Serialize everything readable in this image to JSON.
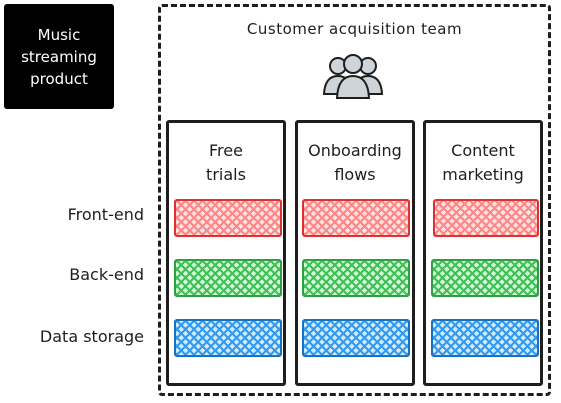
{
  "product": {
    "lines": [
      "Music",
      "streaming",
      "product"
    ]
  },
  "team": {
    "title": "Customer acquisition team",
    "icon": "users-group-icon"
  },
  "layers": [
    "Front-end",
    "Back-end",
    "Data storage"
  ],
  "streams": [
    {
      "lines": [
        "Free",
        "trials"
      ]
    },
    {
      "lines": [
        "Onboarding",
        "flows"
      ]
    },
    {
      "lines": [
        "Content",
        "marketing"
      ]
    }
  ],
  "colors": {
    "front_end": "#e03131",
    "back_end": "#2f9e44",
    "data_storage": "#1971c2"
  }
}
